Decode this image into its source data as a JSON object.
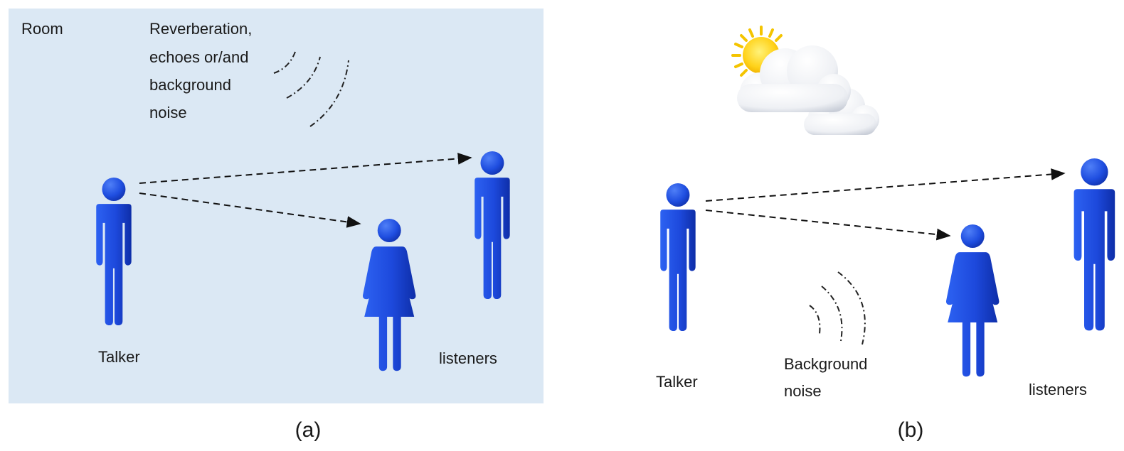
{
  "panel_a": {
    "room_label": "Room",
    "noise_lines": [
      "Reverberation,",
      "echoes or/and",
      "background",
      "noise"
    ],
    "talker_label": "Talker",
    "listeners_label": "listeners",
    "caption": "(a)"
  },
  "panel_b": {
    "noise_lines": [
      "Background",
      "noise"
    ],
    "talker_label": "Talker",
    "listeners_label": "listeners",
    "caption": "(b)"
  },
  "colors": {
    "room_background": "#dbe8f4",
    "figure_blue": "#1f4ee0",
    "figure_blue_dark": "#0f2fa8",
    "arrow": "#111111"
  },
  "icons": [
    "man-icon",
    "woman-icon",
    "sun-icon",
    "cloud-icon"
  ]
}
